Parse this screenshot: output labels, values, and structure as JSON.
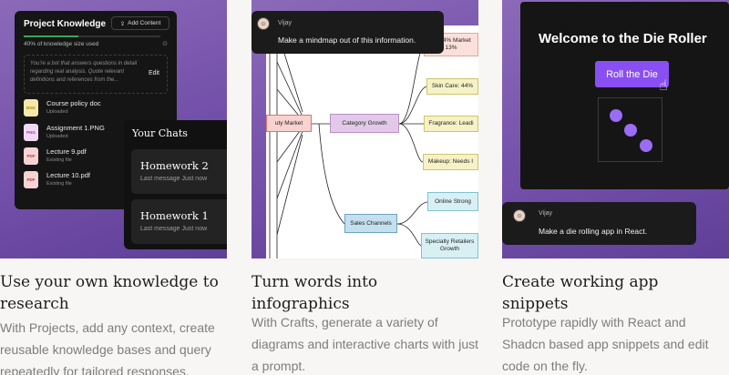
{
  "cards": [
    {
      "title": "Use your own knowledge to research",
      "description": "With Projects, add any context, create reusable knowledge bases and query repeatedly for tailored responses.",
      "project": {
        "title": "Project Knowledge",
        "add_button": "Add Content",
        "usage_text": "40% of knowledge size used",
        "usage_fraction": 0.4,
        "instructions": "You're a bot that answers questions in detail regarding real analysis. Quote relevant definitions and references from the...",
        "edit_label": "Edit",
        "files": [
          {
            "icon": "DOC",
            "name": "Course policy doc",
            "status": "Uploaded",
            "color": "#f6e9a8"
          },
          {
            "icon": "PNG",
            "name": "Assignment 1.PNG",
            "status": "Uploaded",
            "color": "#f0d9f3"
          },
          {
            "icon": "PDF",
            "name": "Lecture 9.pdf",
            "status": "Existing file",
            "color": "#f7d4d4"
          },
          {
            "icon": "PDF",
            "name": "Lecture 10.pdf",
            "status": "Existing file",
            "color": "#f7d4d4"
          }
        ]
      },
      "chats": {
        "title": "Your Chats",
        "items": [
          {
            "title": "Homework 2",
            "subtitle": "Last message Just now"
          },
          {
            "title": "Homework 1",
            "subtitle": "Last message Just now"
          }
        ]
      }
    },
    {
      "title": "Turn words into infographics",
      "description": "With Crafts, generate a variety of diagrams and interactive charts with just a prompt.",
      "message": {
        "name": "Vijay",
        "text": "Make a mindmap out of this information."
      },
      "mindmap": {
        "root": "uty Market",
        "growth": "Category Growth",
        "sales": "Sales Channels",
        "top_partial": "ury: 4% Market",
        "top_partial2": "13%",
        "skin": "Skin Care: 44%",
        "fragrance": "Fragrance: Leadi",
        "makeup": "Makeup: Needs I",
        "online": "Online Strong",
        "specialty": "Specialty Retailers",
        "growth_partial": "Growth"
      }
    },
    {
      "title": "Create working app snippets",
      "description": "Prototype rapidly with React and Shadcn based app snippets and edit code on the fly.",
      "app": {
        "title": "Welcome to the Die Roller",
        "button": "Roll the Die"
      },
      "message": {
        "name": "Vijay",
        "text": "Make a die rolling app in React."
      }
    }
  ]
}
